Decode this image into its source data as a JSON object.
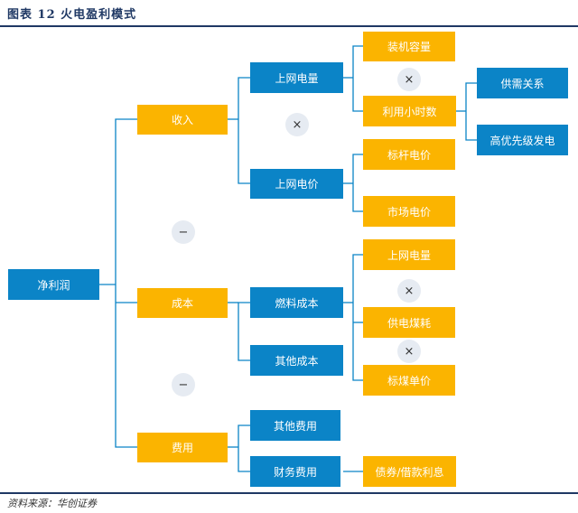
{
  "title": "图表 12   火电盈利模式",
  "source": "资料来源：华创证券",
  "nodes": {
    "net_profit": "净利润",
    "revenue": "收入",
    "cost": "成本",
    "expense": "费用",
    "grid_energy": "上网电量",
    "grid_price": "上网电价",
    "capacity": "装机容量",
    "utilization_hours": "利用小时数",
    "supply_demand": "供需关系",
    "efficient_generation": "高优先级发电",
    "benchmark_price": "标杆电价",
    "market_price": "市场电价",
    "fuel_cost": "燃料成本",
    "other_cost": "其他成本",
    "grid_energy_2": "上网电量",
    "coal_consumption": "供电煤耗",
    "coal_unit_price": "标煤单价",
    "other_expense": "其他费用",
    "financial_expense": "财务费用",
    "bond_interest": "债券/借款利息"
  },
  "operators": {
    "times": "×",
    "minus": "−"
  },
  "colors": {
    "blue": "#0b84c7",
    "yellow": "#fbb400",
    "line": "#0b84c7",
    "rule": "#1f3864"
  }
}
